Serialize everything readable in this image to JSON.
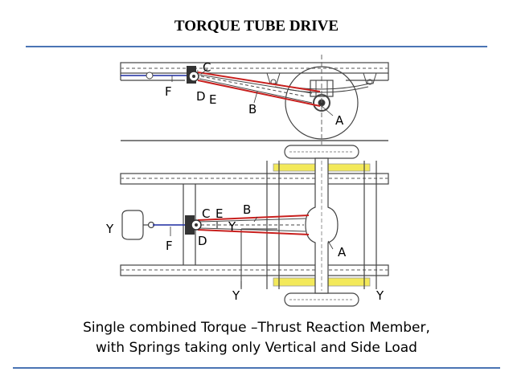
{
  "slide": {
    "title": "TORQUE TUBE DRIVE",
    "caption_line1": "Single combined Torque –Thrust  Reaction Member,",
    "caption_line2": "with Springs taking only Vertical and Side Load"
  },
  "diagram": {
    "side_view_labels": {
      "c": "C",
      "f": "F",
      "d": "D",
      "e": "E",
      "b": "B",
      "a": "A"
    },
    "plan_view_labels": {
      "y_left": "Y",
      "c": "C",
      "e": "E",
      "y_inner": "Y",
      "b": "B",
      "f": "F",
      "d": "D",
      "a": "A",
      "y_bottom_left": "Y",
      "y_bottom_right": "Y"
    },
    "colors": {
      "torque_tube": "#c8201e",
      "propeller_shaft": "#1c2aa0",
      "leaf_spring": "#f3e95a",
      "rule": "#4a74b4"
    }
  }
}
